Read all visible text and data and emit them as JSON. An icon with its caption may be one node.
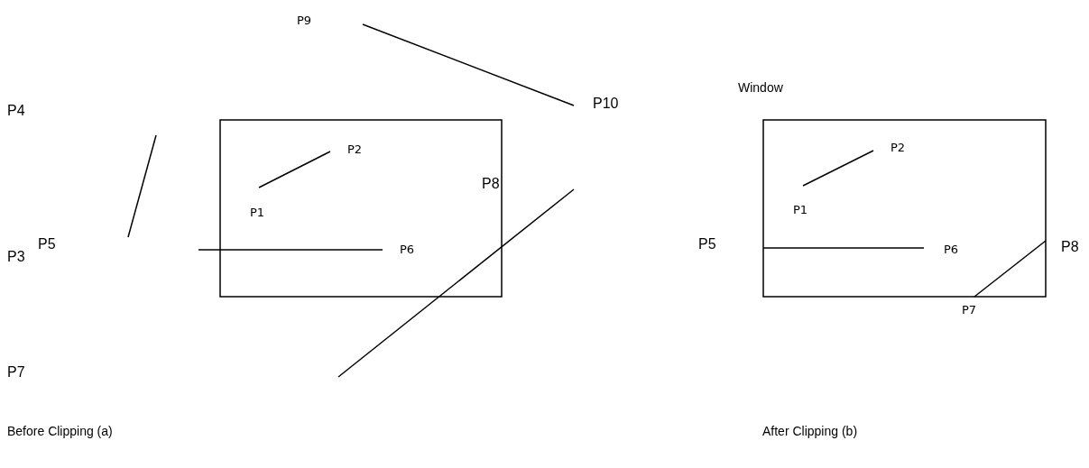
{
  "diagram": {
    "labels": [
      "P9",
      "P10",
      "Window",
      "P4",
      "P2",
      "P2",
      "P8",
      "P1",
      "P1",
      "P3",
      "P5",
      "P6",
      "P5",
      "P6",
      "P8",
      "P7",
      "P7",
      "Before Clipping (a)",
      "After Clipping (b)"
    ]
  }
}
